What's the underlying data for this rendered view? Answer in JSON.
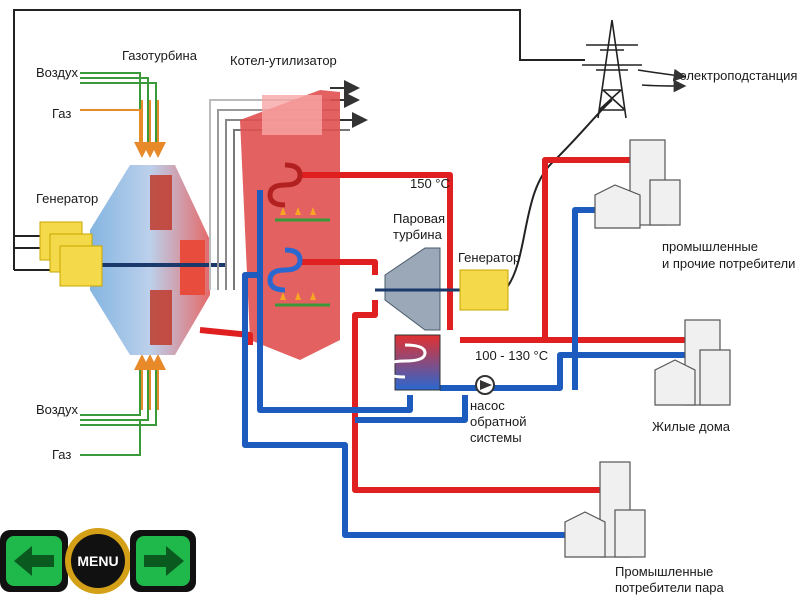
{
  "labels": {
    "air_top": "Воздух",
    "gas_top": "Газ",
    "gas_turbine": "Газотурбина",
    "boiler": "Котел-утилизатор",
    "generator_left": "Генератор",
    "temp_150": "150 °C",
    "steam_turbine_l1": "Паровая",
    "steam_turbine_l2": "турбина",
    "generator_right": "Генератор",
    "substation": "электроподстанция",
    "industrial_l1": "промышленные",
    "industrial_l2": "и прочие потребители",
    "temp_100_130": "100 - 130 °C",
    "pump_l1": "насос",
    "pump_l2": "обратной",
    "pump_l3": "системы",
    "residential": "Жилые дома",
    "air_bottom": "Воздух",
    "gas_bottom": "Газ",
    "steam_consumers_l1": "Промышленные",
    "steam_consumers_l2": "потребители пара"
  },
  "nav": {
    "menu_label": "MENU"
  },
  "colors": {
    "hot_pipe": "#e02020",
    "cold_pipe": "#1e5bbf",
    "air_line": "#3a9a3a",
    "gas_line": "#e88a2a",
    "generator": "#f4d94a",
    "boiler": "#e05050",
    "nav_green": "#1fb84a"
  }
}
